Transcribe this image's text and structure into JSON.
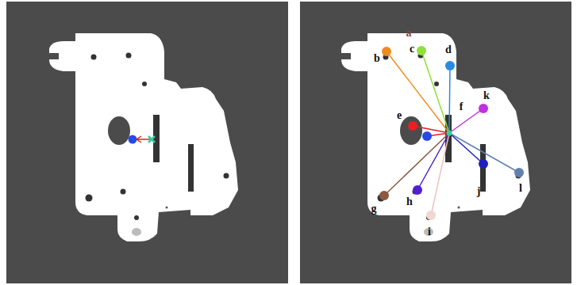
{
  "diagram": {
    "labels": [
      "a",
      "b",
      "c",
      "d",
      "e",
      "f",
      "g",
      "h",
      "i",
      "j",
      "k",
      "l"
    ]
  }
}
